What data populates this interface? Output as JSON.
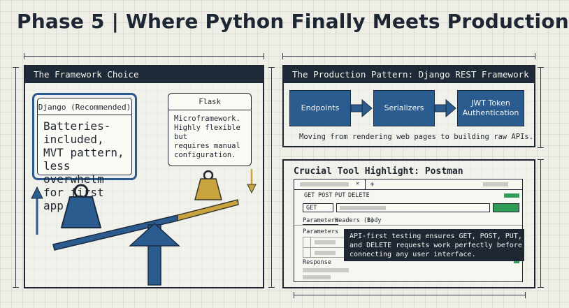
{
  "title": "Phase 5 | Where Python Finally Meets Production",
  "framework_panel": {
    "header": "The Framework Choice",
    "django": {
      "title": "Django (Recommended)",
      "body_lines": [
        "Batteries-included,",
        "MVT pattern, less",
        "overwhelm for first",
        "app."
      ]
    },
    "flask": {
      "title": "Flask",
      "body_lines": [
        "Microframework.",
        "Highly flexible but",
        "requires manual",
        "configuration."
      ]
    }
  },
  "production_panel": {
    "header": "The Production Pattern: Django REST Framework",
    "flow": [
      "Endpoints",
      "Serializers",
      "JWT Token Authentication"
    ],
    "caption": "Moving from rendering web pages to building raw APIs."
  },
  "postman_panel": {
    "header": "Crucial Tool Highlight: Postman",
    "window": {
      "tab_close": "✕",
      "tab_add": "+",
      "methods": [
        "GET",
        "POST",
        "PUT",
        "DELETE"
      ],
      "selected_method": "GET",
      "tabs": [
        "Parameters",
        "Headers (1)",
        "Body"
      ],
      "section_label": "Parameters",
      "response_label": "Response"
    },
    "tooltip_lines": [
      "API-first testing ensures GET, POST, PUT,",
      "and DELETE requests work perfectly before",
      "connecting any user interface."
    ]
  },
  "colors": {
    "navy": "#1f2a38",
    "blue": "#2b5c8f",
    "gold": "#c9a43c",
    "green": "#2e9e57"
  }
}
